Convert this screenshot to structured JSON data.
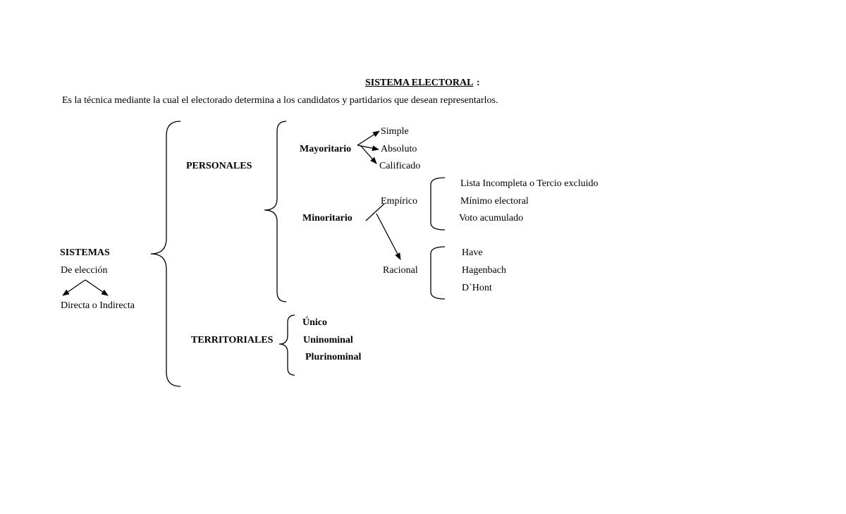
{
  "header": {
    "title": "SISTEMA ELECTORAL",
    "title_colon": ":",
    "definition": "Es la técnica mediante la cual el electorado determina a los candidatos y partidarios que desean representarlos."
  },
  "root": {
    "label": "SISTEMAS",
    "sub": "De elección",
    "modes": "Directa o  Indirecta"
  },
  "personales": {
    "label": "PERSONALES",
    "mayoritario": {
      "label": "Mayoritario",
      "items": [
        "Simple",
        "Absoluto",
        "Calificado"
      ]
    },
    "minoritario": {
      "label": "Minoritario",
      "empirico": {
        "label": "Empírico",
        "items": [
          "Lista Incompleta o Tercio excluido",
          "Mínimo electoral",
          "Voto acumulado"
        ]
      },
      "racional": {
        "label": "Racional",
        "items": [
          "Have",
          "Hagenbach",
          "D`Hont"
        ]
      }
    }
  },
  "territoriales": {
    "label": "TERRITORIALES",
    "items": [
      "Único",
      "Uninominal",
      "Plurinominal"
    ]
  }
}
